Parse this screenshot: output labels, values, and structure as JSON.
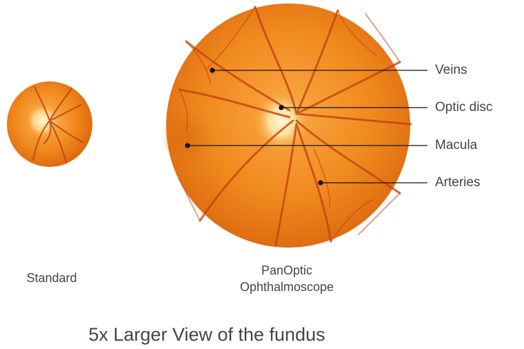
{
  "caption": {
    "standard": "Standard",
    "panoptic_line1": "PanOptic",
    "panoptic_line2": "Ophthalmoscope"
  },
  "labels": {
    "veins": "Veins",
    "optic_disc": "Optic disc",
    "macula": "Macula",
    "arteries": "Arteries"
  },
  "title": "5x Larger View of the fundus",
  "colors": {
    "fundus_orange": "#f08a1e",
    "fundus_dark": "#d8610e",
    "disc_yellow": "#fff0b0",
    "vessel_red": "#c6420e",
    "leader_line": "#111111",
    "text": "#444444"
  }
}
